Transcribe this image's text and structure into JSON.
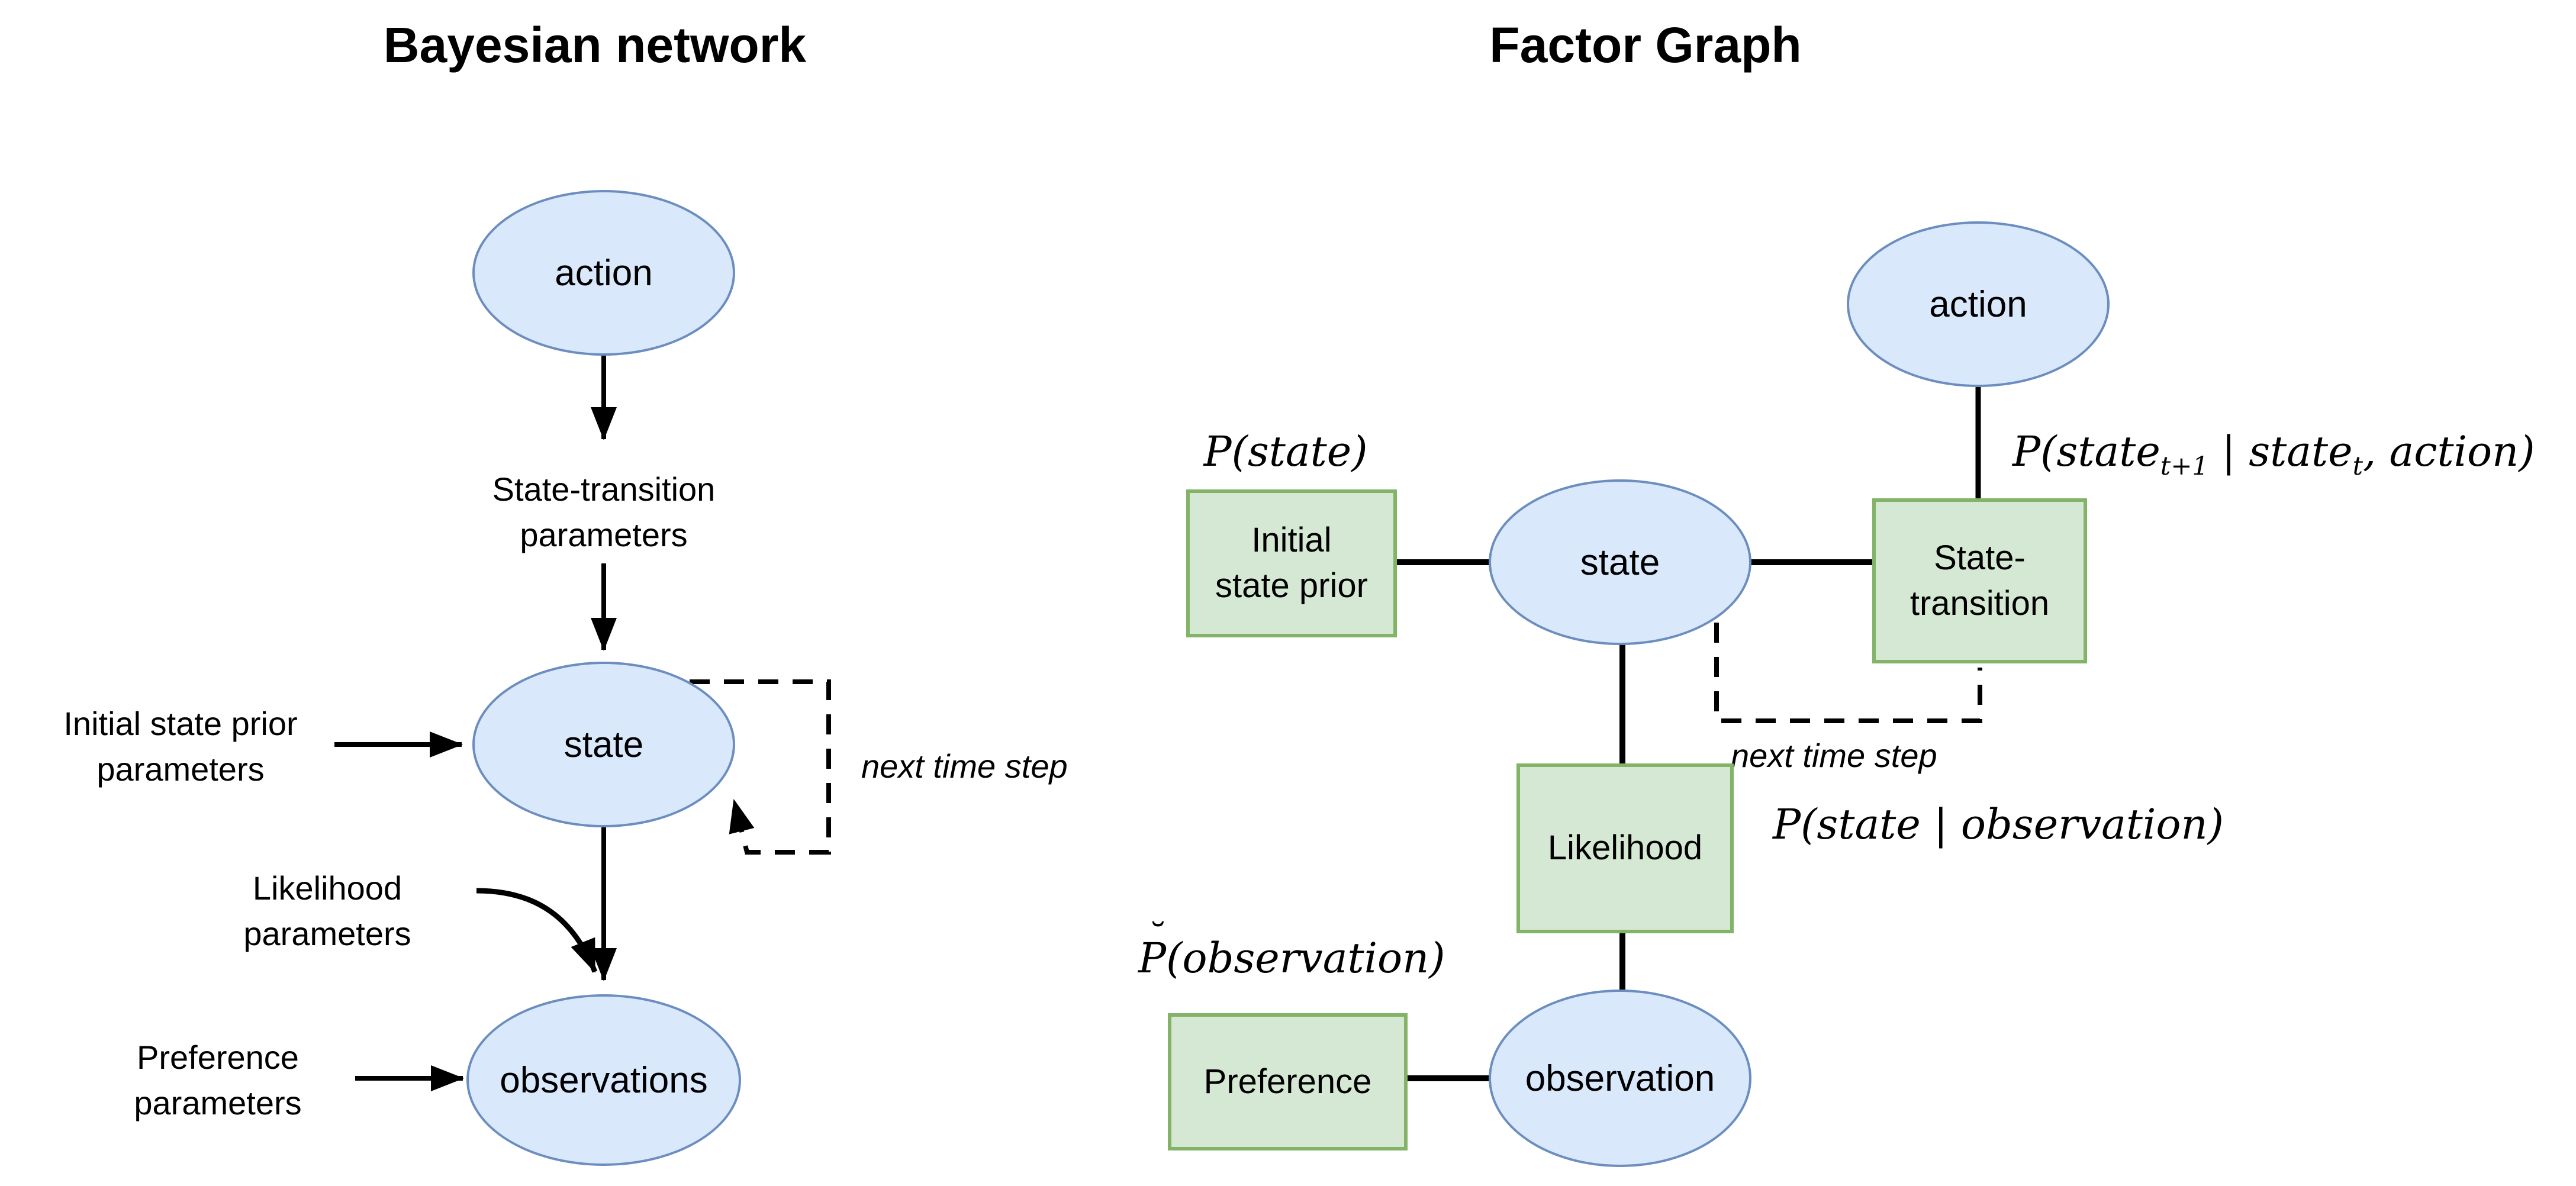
{
  "theme": {
    "background": "#ffffff",
    "node_fill": "#dae8fc",
    "node_stroke": "#6c8ebf",
    "factor_fill": "#d5e8d4",
    "factor_stroke": "#82b366",
    "line_color": "#000000",
    "text_color": "#000000"
  },
  "bayesian_network": {
    "title": "Bayesian network",
    "nodes": {
      "action": "action",
      "state": "state",
      "observations": "observations"
    },
    "labels": {
      "state_transition": {
        "line1": "State-transition",
        "line2": "parameters"
      },
      "initial_state_prior": {
        "line1": "Initial state prior",
        "line2": "parameters"
      },
      "likelihood": {
        "line1": "Likelihood",
        "line2": "parameters"
      },
      "preference": {
        "line1": "Preference",
        "line2": "parameters"
      },
      "next_time_step": "next time step"
    }
  },
  "factor_graph": {
    "title": "Factor Graph",
    "nodes": {
      "action": "action",
      "state": "state",
      "observation": "observation"
    },
    "factors": {
      "initial_state_prior": {
        "line1": "Initial",
        "line2": "state prior"
      },
      "state_transition": {
        "line1": "State-",
        "line2": "transition"
      },
      "likelihood": "Likelihood",
      "preference": "Preference"
    },
    "formulas": {
      "prior": "P(state)",
      "transition": {
        "pre": "P(state",
        "sub1": "t+1",
        "mid": " | state",
        "sub2": "t",
        "post": ", action)"
      },
      "posterior": "P(state | observation)",
      "preference": {
        "accent": "˘",
        "base": "P",
        "rest": "(observation)"
      }
    },
    "labels": {
      "next_time_step": "next time step"
    }
  }
}
